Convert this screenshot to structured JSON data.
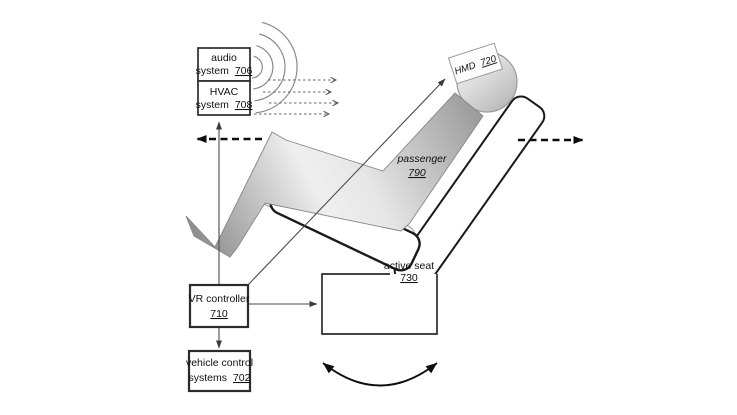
{
  "figure": {
    "boxes": {
      "audio": {
        "l1": "audio",
        "l2": "system",
        "ref": "706"
      },
      "hvac": {
        "l1": "HVAC",
        "l2": "system",
        "ref": "708"
      },
      "vr_controller": {
        "l1": "VR controller",
        "ref": "710"
      },
      "vehicle_control": {
        "l1": "vehicle control",
        "l2": "systems",
        "ref": "702"
      }
    },
    "labels": {
      "hmd": {
        "text": "HMD",
        "ref": "720"
      },
      "passenger": {
        "text": "passenger",
        "ref": "790"
      },
      "active_seat": {
        "text": "active seat",
        "ref": "730"
      }
    },
    "symbols": {
      "sound_waves": "concentric-arcs",
      "hvac_airflow": "dashed-arrows-right",
      "lateral_motion_left": "dashed-arrow-left",
      "lateral_motion_right": "dashed-arrow-right",
      "seat_rotation": "curved-double-arrow",
      "connections": "thin-arrows-from-vr-controller"
    },
    "colors": {
      "background": "#ffffff",
      "line": "#2b2b2b",
      "body_light": "#efefef",
      "body_dark": "#8f8f8f"
    }
  }
}
